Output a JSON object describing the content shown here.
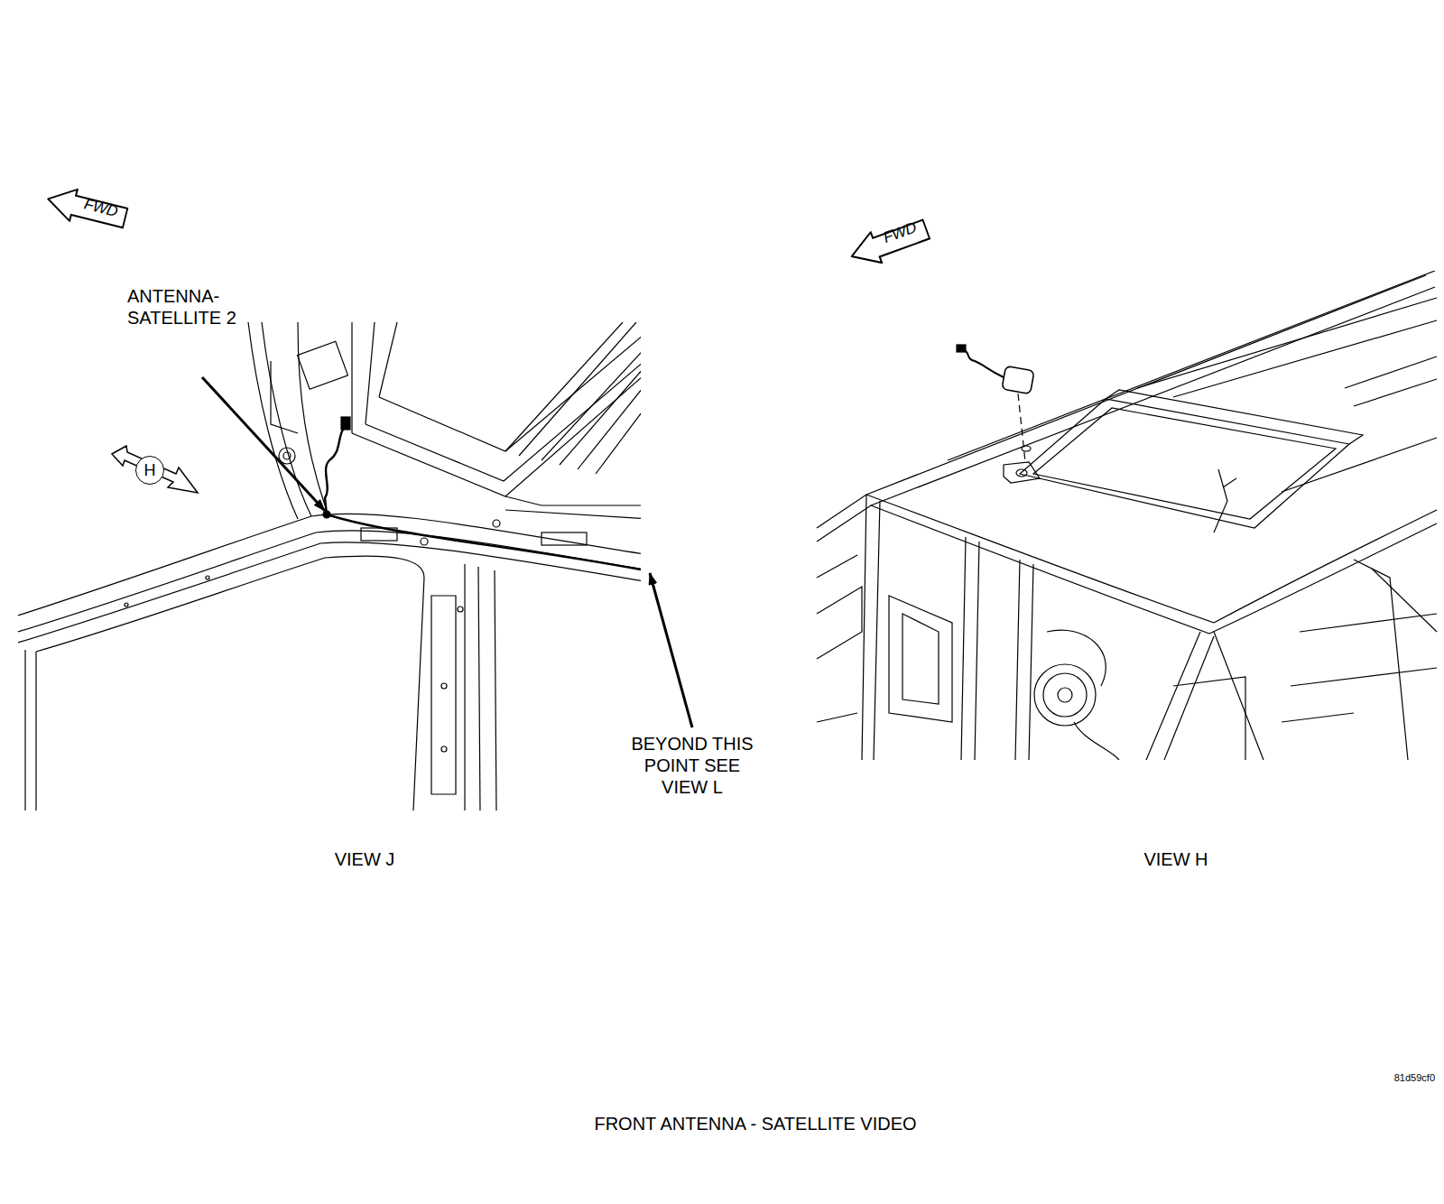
{
  "diagram": {
    "caption": "FRONT ANTENNA - SATELLITE VIDEO",
    "nodes": [
      {
        "text": [
          "FWD"
        ]
      },
      {
        "text": [
          "H"
        ]
      },
      {
        "text": [
          "FWD"
        ]
      }
    ],
    "labels": [
      "ANTENNA- SATELLITE 2",
      "BEYOND THIS POINT SEE VIEW L",
      "VIEW J",
      "VIEW H",
      "81d59cf0"
    ]
  }
}
